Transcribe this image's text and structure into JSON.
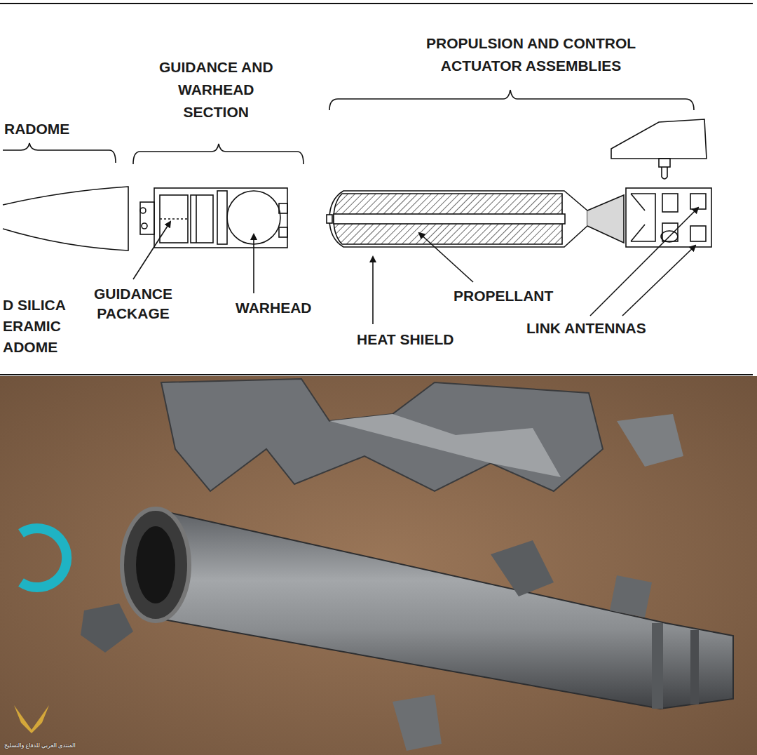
{
  "diagram": {
    "labels": [
      "RADOME",
      "GUIDANCE AND WARHEAD SECTION",
      "PROPULSION AND CONTROL ACTUATOR ASSEMBLIES",
      "D SILICA ERAMIC ADOME",
      "GUIDANCE PACKAGE",
      "WARHEAD",
      "PROPELLANT",
      "HEAT SHIELD",
      "LINK ANTENNAS",
      "المنتدى العربي للدفاع والتسليح"
    ]
  }
}
